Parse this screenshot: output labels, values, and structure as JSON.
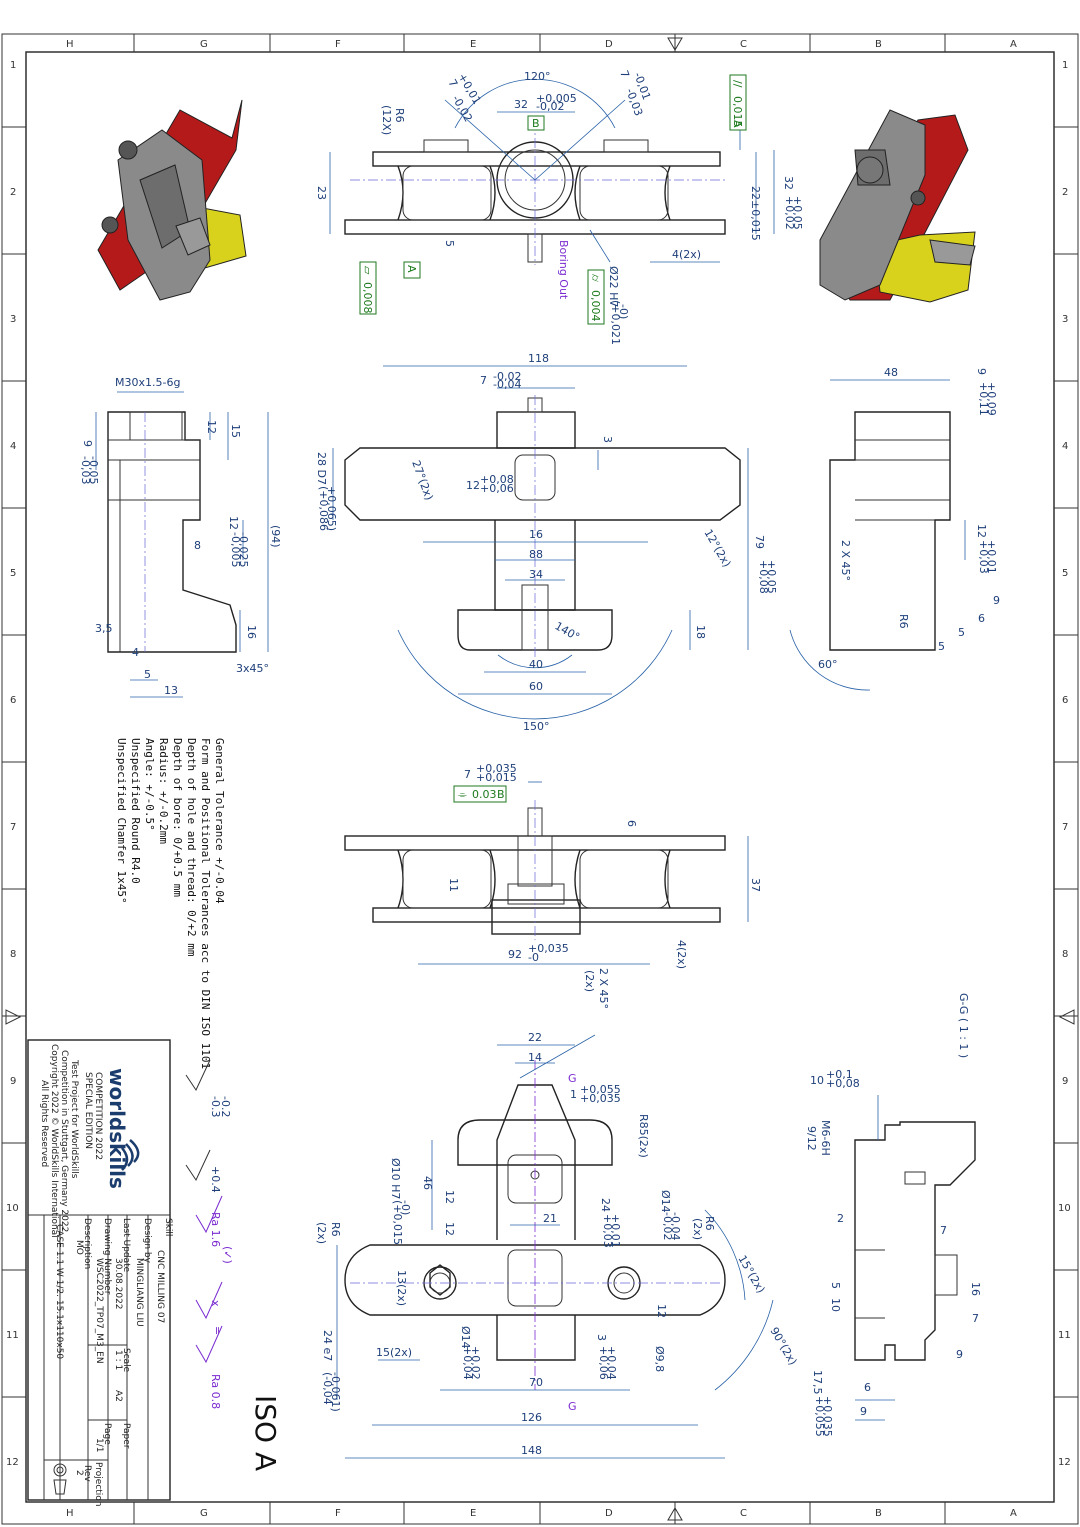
{
  "grid": {
    "letters": [
      "H",
      "G",
      "F",
      "E",
      "D",
      "C",
      "B",
      "A"
    ],
    "numbers": [
      "1",
      "2",
      "3",
      "4",
      "5",
      "6",
      "7",
      "8",
      "9",
      "10",
      "11",
      "12"
    ]
  },
  "views": {
    "top": {
      "dims": [
        "120°",
        "32",
        "+0,005",
        "-0,02",
        "(12X)",
        "R6",
        "7",
        "+0,01",
        "-0,02",
        "7",
        "-0,01",
        "-0,03",
        "23",
        "22±0,015",
        "32",
        "+0,05",
        "+0,02",
        "4(2x)",
        "5",
        "Ø22 H7",
        "(+0,021",
        "-0)",
        "Boring Out"
      ],
      "datum_a": "A",
      "datum_b": "B",
      "parallel": "0,015",
      "parallel_ref": "A",
      "flat": "0,008",
      "cyl": "0,004"
    },
    "front": {
      "dims": [
        "118",
        "7",
        "-0,02",
        "-0,04",
        "3",
        "27°(2x)",
        "12",
        "+0,08",
        "+0,06",
        "28 D7",
        "(+0,086",
        "+0,065)",
        "16",
        "88",
        "34",
        "12°(2x)",
        "79",
        "+0,08",
        "+0,05",
        "18",
        "140°",
        "40",
        "60",
        "150°"
      ]
    },
    "left": {
      "dims": [
        "M30x1.5-6g",
        "9",
        "-0,03",
        "-0,05",
        "12",
        "15",
        "12",
        "-0,005",
        "-0,025",
        "8",
        "(94)",
        "3,5",
        "4",
        "5",
        "13",
        "16",
        "3x45°"
      ]
    },
    "right": {
      "dims": [
        "48",
        "9",
        "+0,11",
        "+0,09",
        "12",
        "+0,03",
        "+0,01",
        "2 X 45°",
        "R6",
        "9",
        "6",
        "5",
        "5",
        "60°"
      ]
    },
    "bottom_elev": {
      "dims": [
        "7",
        "+0,035",
        "+0,015",
        "6",
        "11",
        "37",
        "92",
        "+0,035",
        "-0",
        "4(2x)",
        "2 X 45°",
        "(2x)"
      ],
      "sym": "0.03",
      "sym_ref": "B"
    },
    "plan": {
      "dims": [
        "22",
        "14",
        "1",
        "+0,055",
        "+0,035",
        "R85(2x)",
        "46",
        "12",
        "12",
        "21",
        "Ø10 H7",
        "(+0,015",
        "-0)",
        "24",
        "+0,03",
        "+0,01",
        "Ø14",
        "-0,02",
        "-0,04",
        "R6",
        "(2x)",
        "R6",
        "(2x)",
        "15°(2x)",
        "13(2x)",
        "12",
        "24 e7",
        "(-0,04",
        "-0,061)",
        "15(2x)",
        "Ø14",
        "+0,04",
        "+0,02",
        "3",
        "+0,06",
        "+0,04",
        "Ø9,8",
        "90°(2x)",
        "70",
        "126",
        "148"
      ],
      "section_mark": "G"
    },
    "section": {
      "title": "G-G ( 1 : 1 )",
      "dims": [
        "10",
        "+0,1",
        "+0,08",
        "M6-6H",
        "9/12",
        "2",
        "7",
        "5",
        "10",
        "16",
        "7",
        "9",
        "17,5",
        "+0,055",
        "+0,035",
        "6",
        "9"
      ]
    }
  },
  "notes": [
    "General Tolerance +/-0.04",
    "Form and Positional Tolerances acc to DIN ISO 1101",
    "Depth of hole and thread: 0/+2 mm",
    "Depth of bore: 0/+0.5 mm",
    "Radius: +/-0.2mm",
    "Angle: +/-0.5°",
    "Unspecified Round R4.0",
    "Unspecified Chamfer 1x45°"
  ],
  "surface": {
    "s1": "-0.2",
    "s2": "-0.3",
    "s3": "+0.4",
    "ra1": "Ra 1.6",
    "ra2": "Ra 0.8",
    "x": "x",
    "eq": "="
  },
  "iso": "ISO A",
  "title_block": {
    "brand": "worldskills",
    "comp": "COMPETITION 2022",
    "edition": "SPECIAL EDITION",
    "info": [
      "Test Project for WorldSkills",
      "Competition in Stuttgart, Germany 2022",
      "Copyright 2022 © WorldSkills International",
      "All Rights Reserved"
    ],
    "skill_label": "Skill",
    "title": "CNC MILLING 07",
    "design_label": "Design by",
    "designer": "MINGLIANG LIU",
    "date_label": "Last Update",
    "date": "30.08.2022",
    "scale_label": "Scale",
    "scale": "1 : 1",
    "drawing_label": "Drawing Number",
    "drawing": "WSC2022_TP07_M3_EN",
    "paper_label": "Paper",
    "paper": "A2",
    "desc_label": "Description",
    "desc": "MO",
    "page_label": "Page",
    "page": "1/1",
    "rev_label": "Rev",
    "rev": "2",
    "material": "CASE 1.1  W 1/2. 15.1x110x50",
    "proj_label": "Projection"
  },
  "colors": {
    "red": "#b51a1a",
    "yellow": "#d8d21c",
    "metal": "#8a8a8a",
    "dim": "#2a63a8",
    "gdt": "#1c7a1c"
  }
}
